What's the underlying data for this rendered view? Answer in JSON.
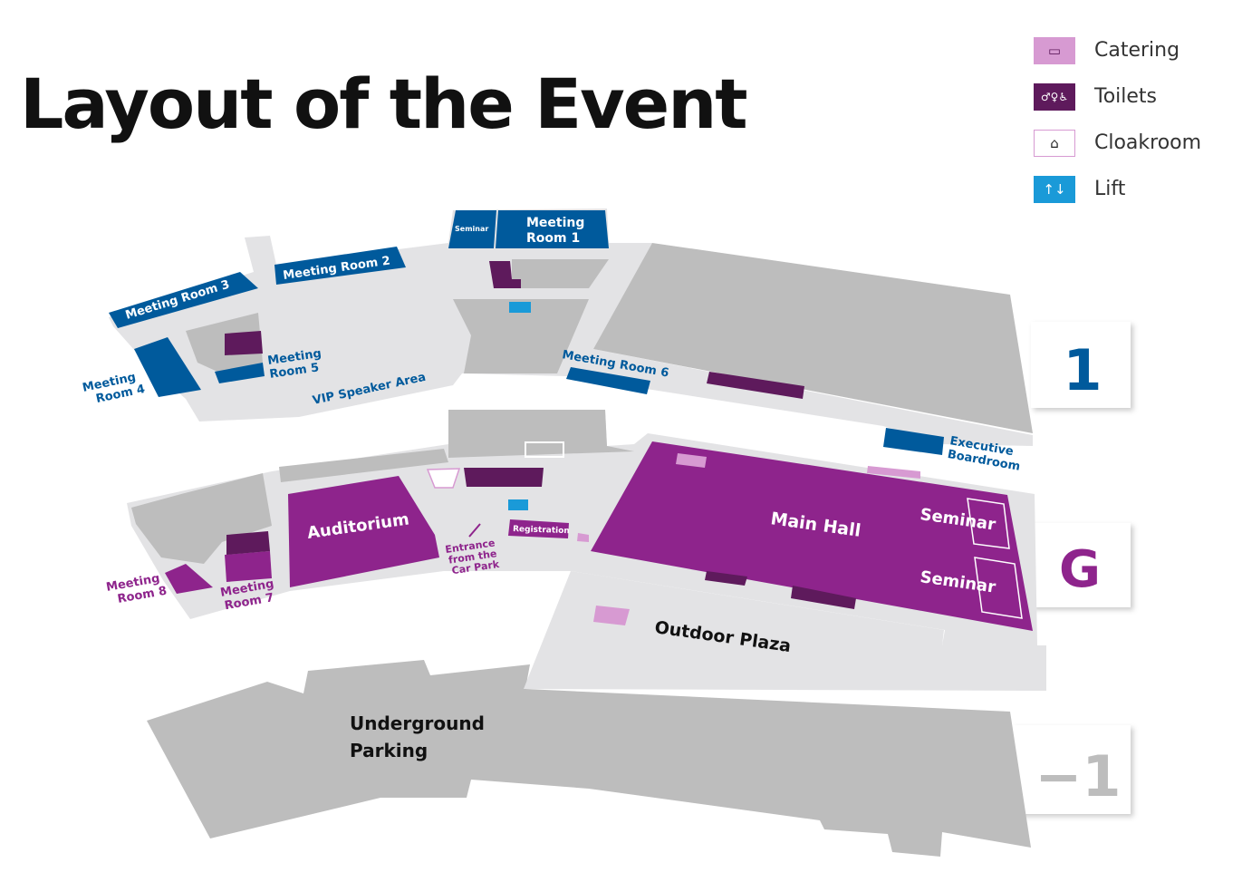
{
  "title": "Layout of the Event",
  "colors": {
    "blue": "#005a9c",
    "purple": "#8e248c",
    "dark_purple": "#5e1a5c",
    "pink": "#d79ad2",
    "gray": "#bdbdbd",
    "light_gray": "#e3e3e5",
    "lift": "#1a9ad8"
  },
  "legend": [
    {
      "label": "Catering",
      "icon": "coffee-cup-icon"
    },
    {
      "label": "Toilets",
      "icon": "toilets-icon"
    },
    {
      "label": "Cloakroom",
      "icon": "hanger-icon"
    },
    {
      "label": "Lift",
      "icon": "lift-arrows-icon",
      "glyph": "↑↓"
    }
  ],
  "floors": {
    "first": "1",
    "ground": "G",
    "basement": "−1"
  },
  "floor1": {
    "seminar": "Seminar",
    "mr1": [
      "Meeting",
      "Room 1"
    ],
    "mr2": "Meeting Room 2",
    "mr3": "Meeting Room 3",
    "mr4": [
      "Meeting",
      "Room 4"
    ],
    "mr5": [
      "Meeting",
      "Room 5"
    ],
    "mr6": "Meeting Room 6",
    "vip": "VIP Speaker Area",
    "exec": [
      "Executive",
      "Boardroom"
    ]
  },
  "ground": {
    "auditorium": "Auditorium",
    "main_hall": "Main Hall",
    "seminar_a": "Seminar",
    "seminar_b": "Seminar",
    "registration": "Registration",
    "entrance": [
      "Entrance",
      "from the",
      "Car Park"
    ],
    "mr7": [
      "Meeting",
      "Room 7"
    ],
    "mr8": [
      "Meeting",
      "Room 8"
    ],
    "plaza": "Outdoor Plaza"
  },
  "basement": {
    "parking": [
      "Underground",
      "Parking"
    ]
  }
}
